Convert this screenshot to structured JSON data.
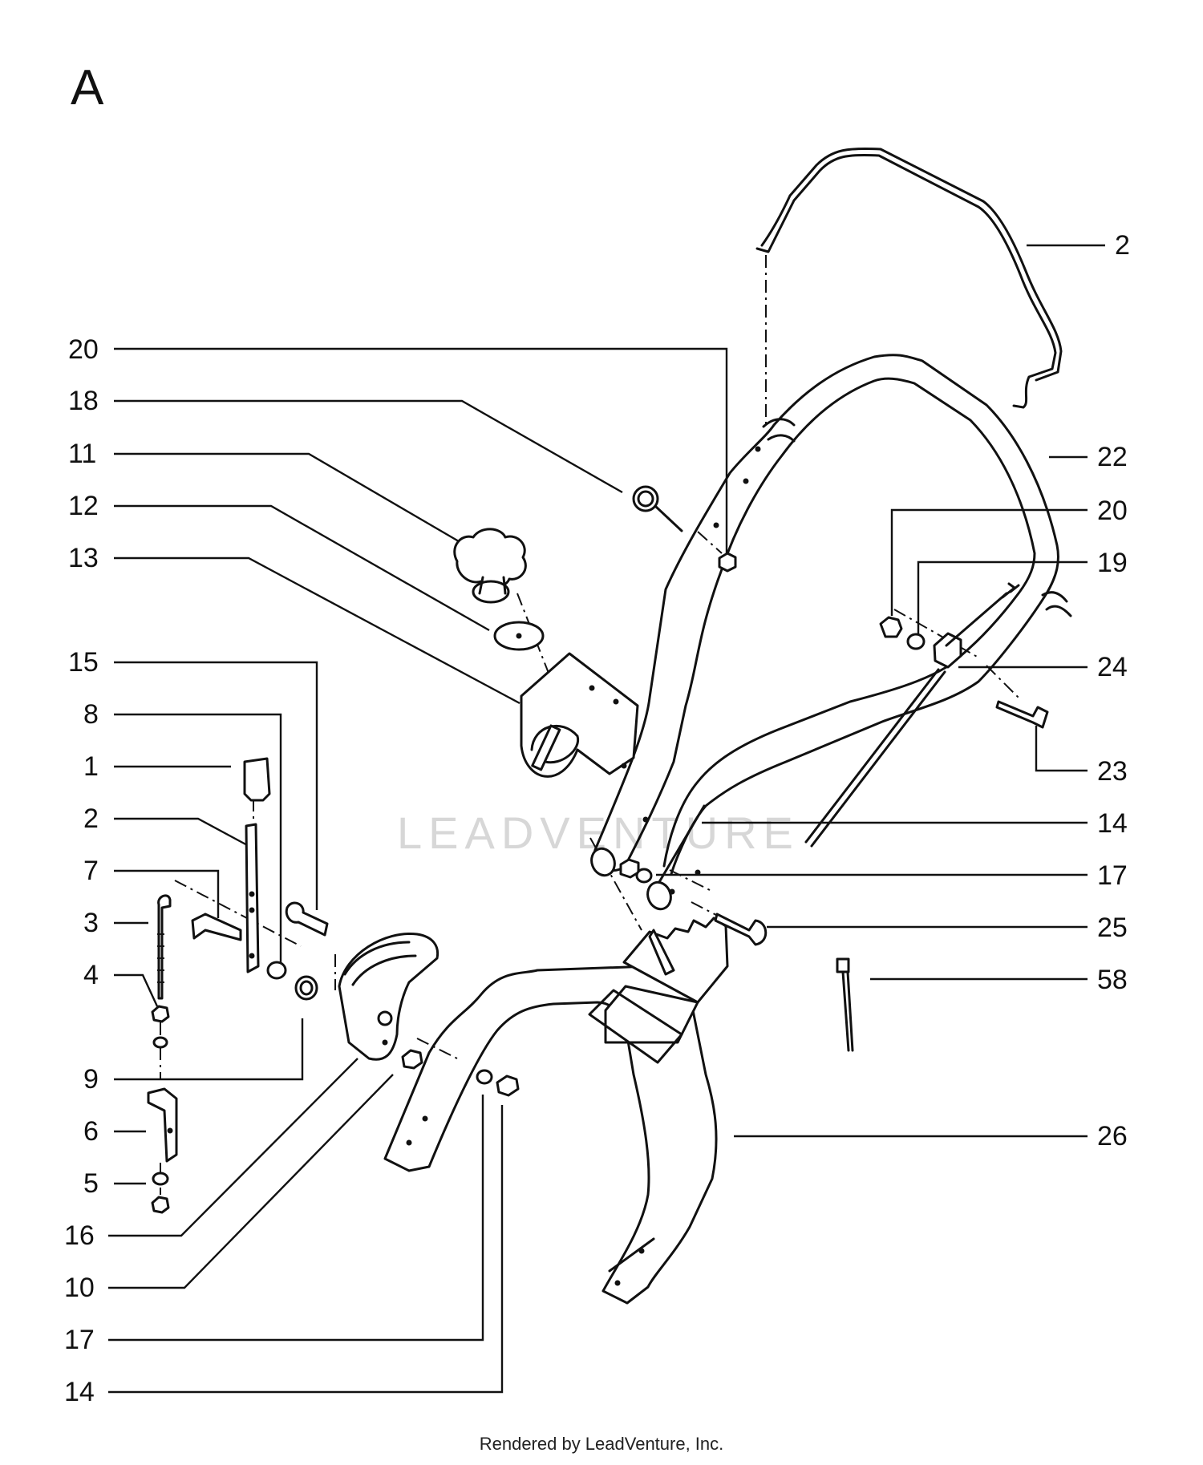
{
  "diagram_title": "A",
  "watermark": "LEADVENTURE",
  "footer_text": "Rendered by LeadVenture, Inc.",
  "labels": {
    "l20a": "20",
    "l18": "18",
    "l11": "11",
    "l12": "12",
    "l13": "13",
    "l15": "15",
    "l8": "8",
    "l1": "1",
    "l2a": "2",
    "l7": "7",
    "l3": "3",
    "l4": "4",
    "l9": "9",
    "l6": "6",
    "l5": "5",
    "l16": "16",
    "l10": "10",
    "l17a": "17",
    "l14a": "14",
    "r2": "2",
    "r22": "22",
    "r20": "20",
    "r19": "19",
    "r24": "24",
    "r23": "23",
    "r14": "14",
    "r17": "17",
    "r25": "25",
    "r58": "58",
    "r26": "26"
  }
}
